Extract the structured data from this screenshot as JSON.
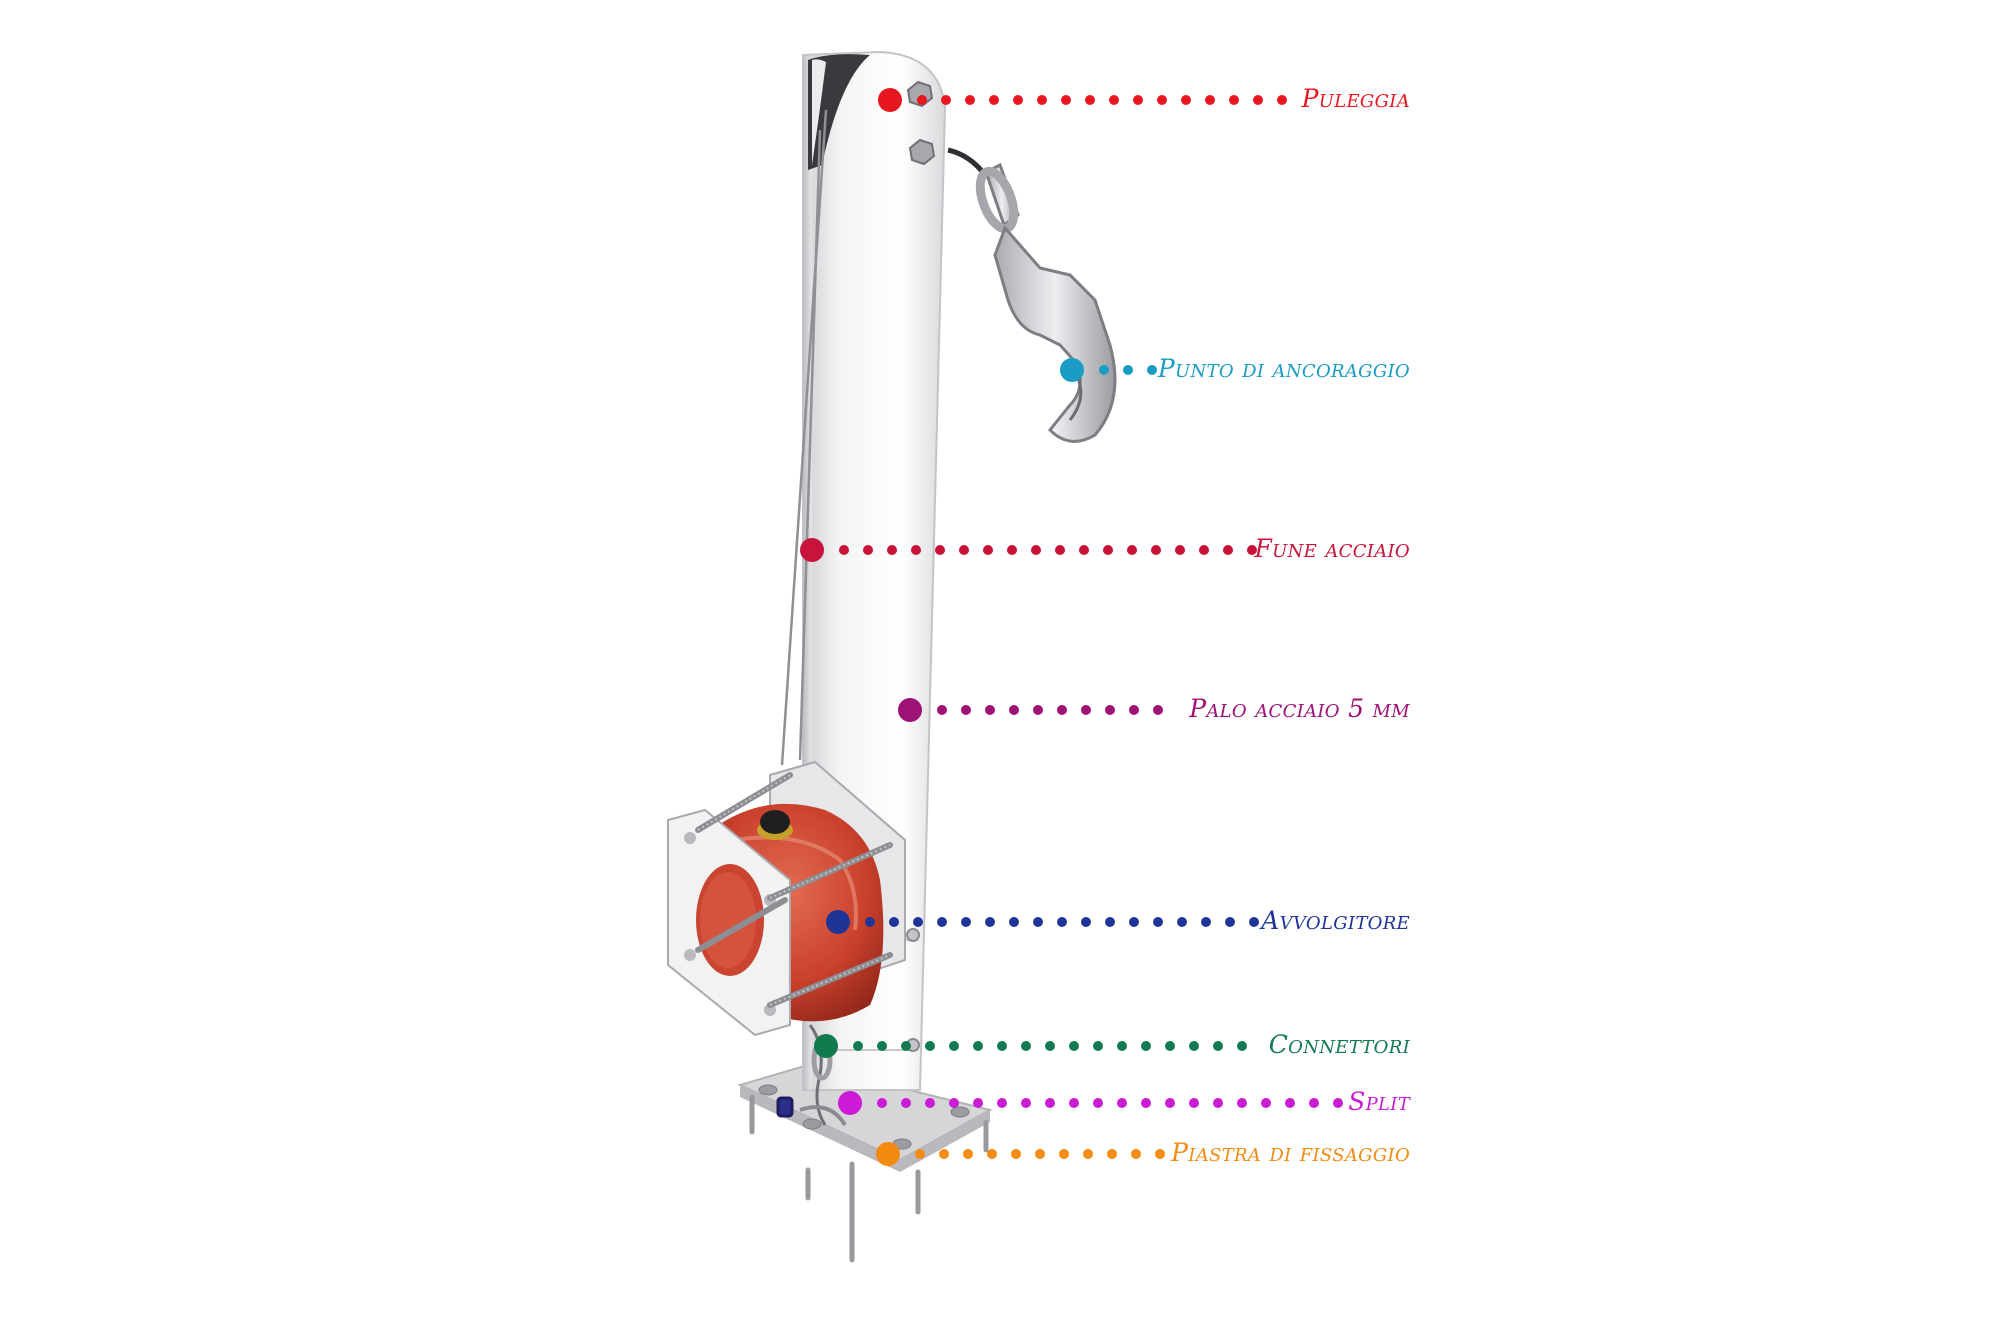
{
  "colors": {
    "puleggia": "#e8171f",
    "punto": "#1a9cc4",
    "fune": "#c8143b",
    "palo": "#9e1276",
    "avvolgitore": "#1f3497",
    "connettori": "#127a4f",
    "split": "#cc1bd6",
    "piastra": "#f38b12"
  },
  "labels": {
    "puleggia": "Puleggia",
    "punto": "Punto di ancoraggio",
    "fune": "Fune acciaio",
    "palo": "Palo acciaio 5 mm",
    "avvolgitore": "Avvolgitore",
    "connettori": "Connettori",
    "split": "Split",
    "piastra": "Piastra di fissaggio"
  }
}
